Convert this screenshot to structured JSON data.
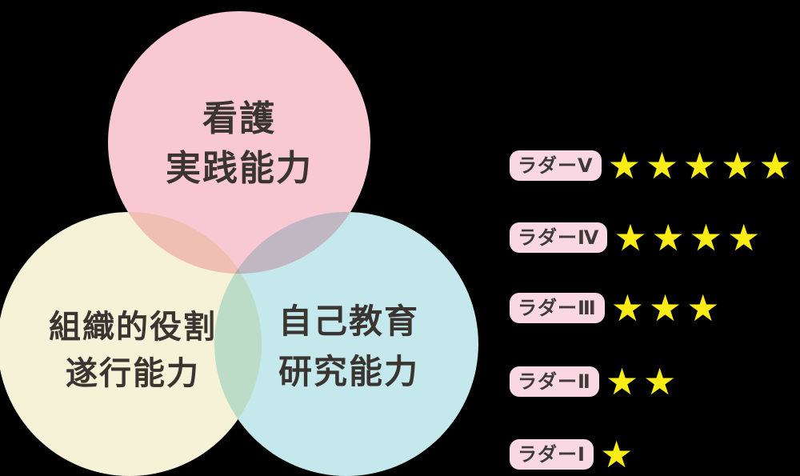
{
  "diagram": {
    "background_color": "#000000",
    "label_text_color": "#3A3531",
    "circles": [
      {
        "name": "nursing-practice",
        "line1": "看護",
        "line2": "実践能力",
        "color": "#F9C9D3"
      },
      {
        "name": "organizational-role",
        "line1": "組織的役割",
        "line2": "遂行能力",
        "color": "#F5F2D8"
      },
      {
        "name": "self-education-research",
        "line1": "自己教育",
        "line2": "研究能力",
        "color": "#C5E8EC"
      }
    ]
  },
  "ladder": {
    "badge_bg_color": "#F9D8E3",
    "badge_text_color": "#3E3A3A",
    "star_color": "#FAEC15",
    "star_icon": "★",
    "levels": [
      {
        "label": "ラダーⅤ",
        "stars": 5
      },
      {
        "label": "ラダーⅣ",
        "stars": 4
      },
      {
        "label": "ラダーⅢ",
        "stars": 3
      },
      {
        "label": "ラダーⅡ",
        "stars": 2
      },
      {
        "label": "ラダーⅠ",
        "stars": 1
      }
    ]
  }
}
